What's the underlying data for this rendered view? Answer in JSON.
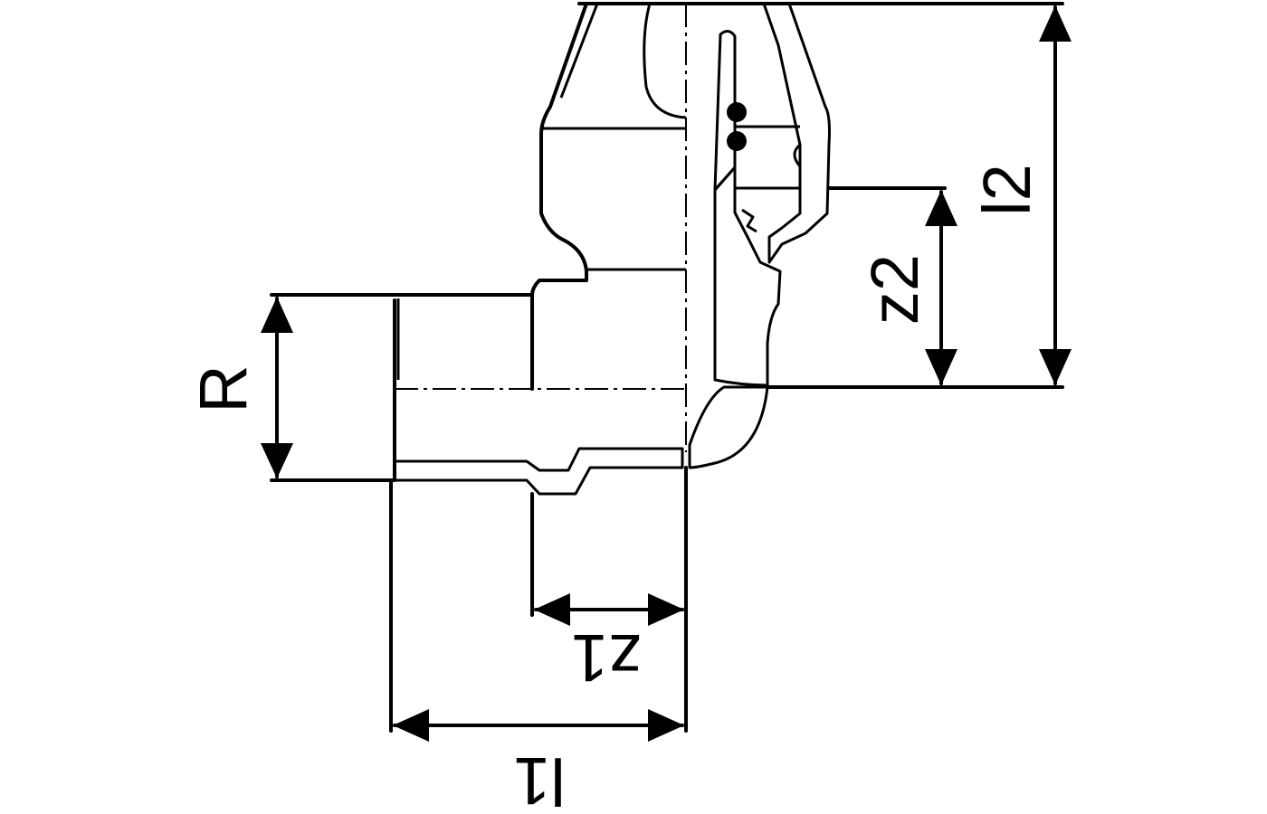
{
  "dimensions": {
    "R": "R",
    "l1": "l1",
    "z1": "z1",
    "l2": "l2",
    "z2": "z2"
  }
}
